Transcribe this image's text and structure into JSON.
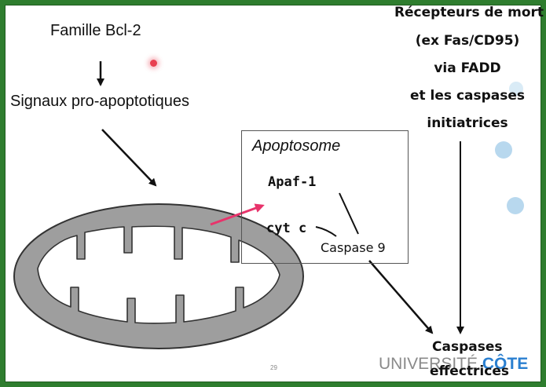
{
  "left": {
    "family": "Famille Bcl-2",
    "signals": "Signaux pro-apoptotiques"
  },
  "receptors": {
    "line1": "Récepteurs de mort",
    "line2": "(ex Fas/CD95)",
    "line3": "via FADD",
    "line4": "et les caspases",
    "line5": "initiatrices"
  },
  "apoptosome": {
    "title": "Apoptosome",
    "apaf": "Apaf-1",
    "cytc": "cyt c",
    "caspase9": "Caspase 9"
  },
  "effectors": {
    "line1": "Caspases",
    "line2": "effectrices"
  },
  "footer": {
    "page_number": "29",
    "university_prefix": "UNIVERSITÉ",
    "university_highlight": "CÔTE"
  },
  "colors": {
    "frame": "#2e7d2e",
    "mito_fill": "#9e9e9e",
    "mito_stroke": "#333333",
    "pink_arrow": "#e8336b",
    "accent_dot": "#e84050",
    "blue_dot": "#b8d8ee",
    "logo_blue": "#2a7fd0"
  }
}
